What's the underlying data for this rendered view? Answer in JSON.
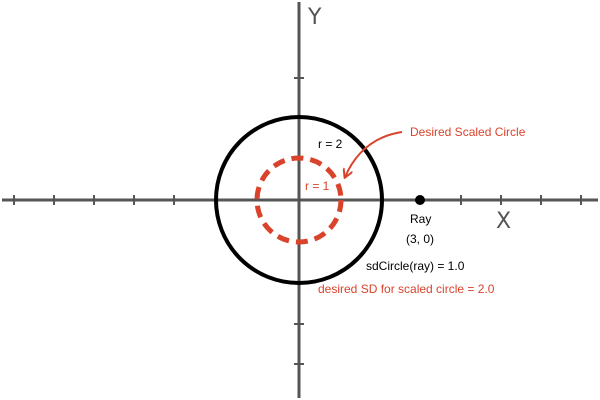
{
  "colors": {
    "axis": "#555555",
    "circle": "#000000",
    "accent": "#d9432b",
    "background": "#ffffff"
  },
  "axes": {
    "x_label": "X",
    "y_label": "Y"
  },
  "circles": {
    "outer_label": "r = 2",
    "inner_label": "r = 1",
    "desired_label": "Desired Scaled Circle"
  },
  "ray": {
    "label": "Ray",
    "coords": "(3, 0)"
  },
  "annotations": {
    "sd_result": "sdCircle(ray) = 1.0",
    "desired_sd": "desired SD for scaled circle = 2.0"
  }
}
